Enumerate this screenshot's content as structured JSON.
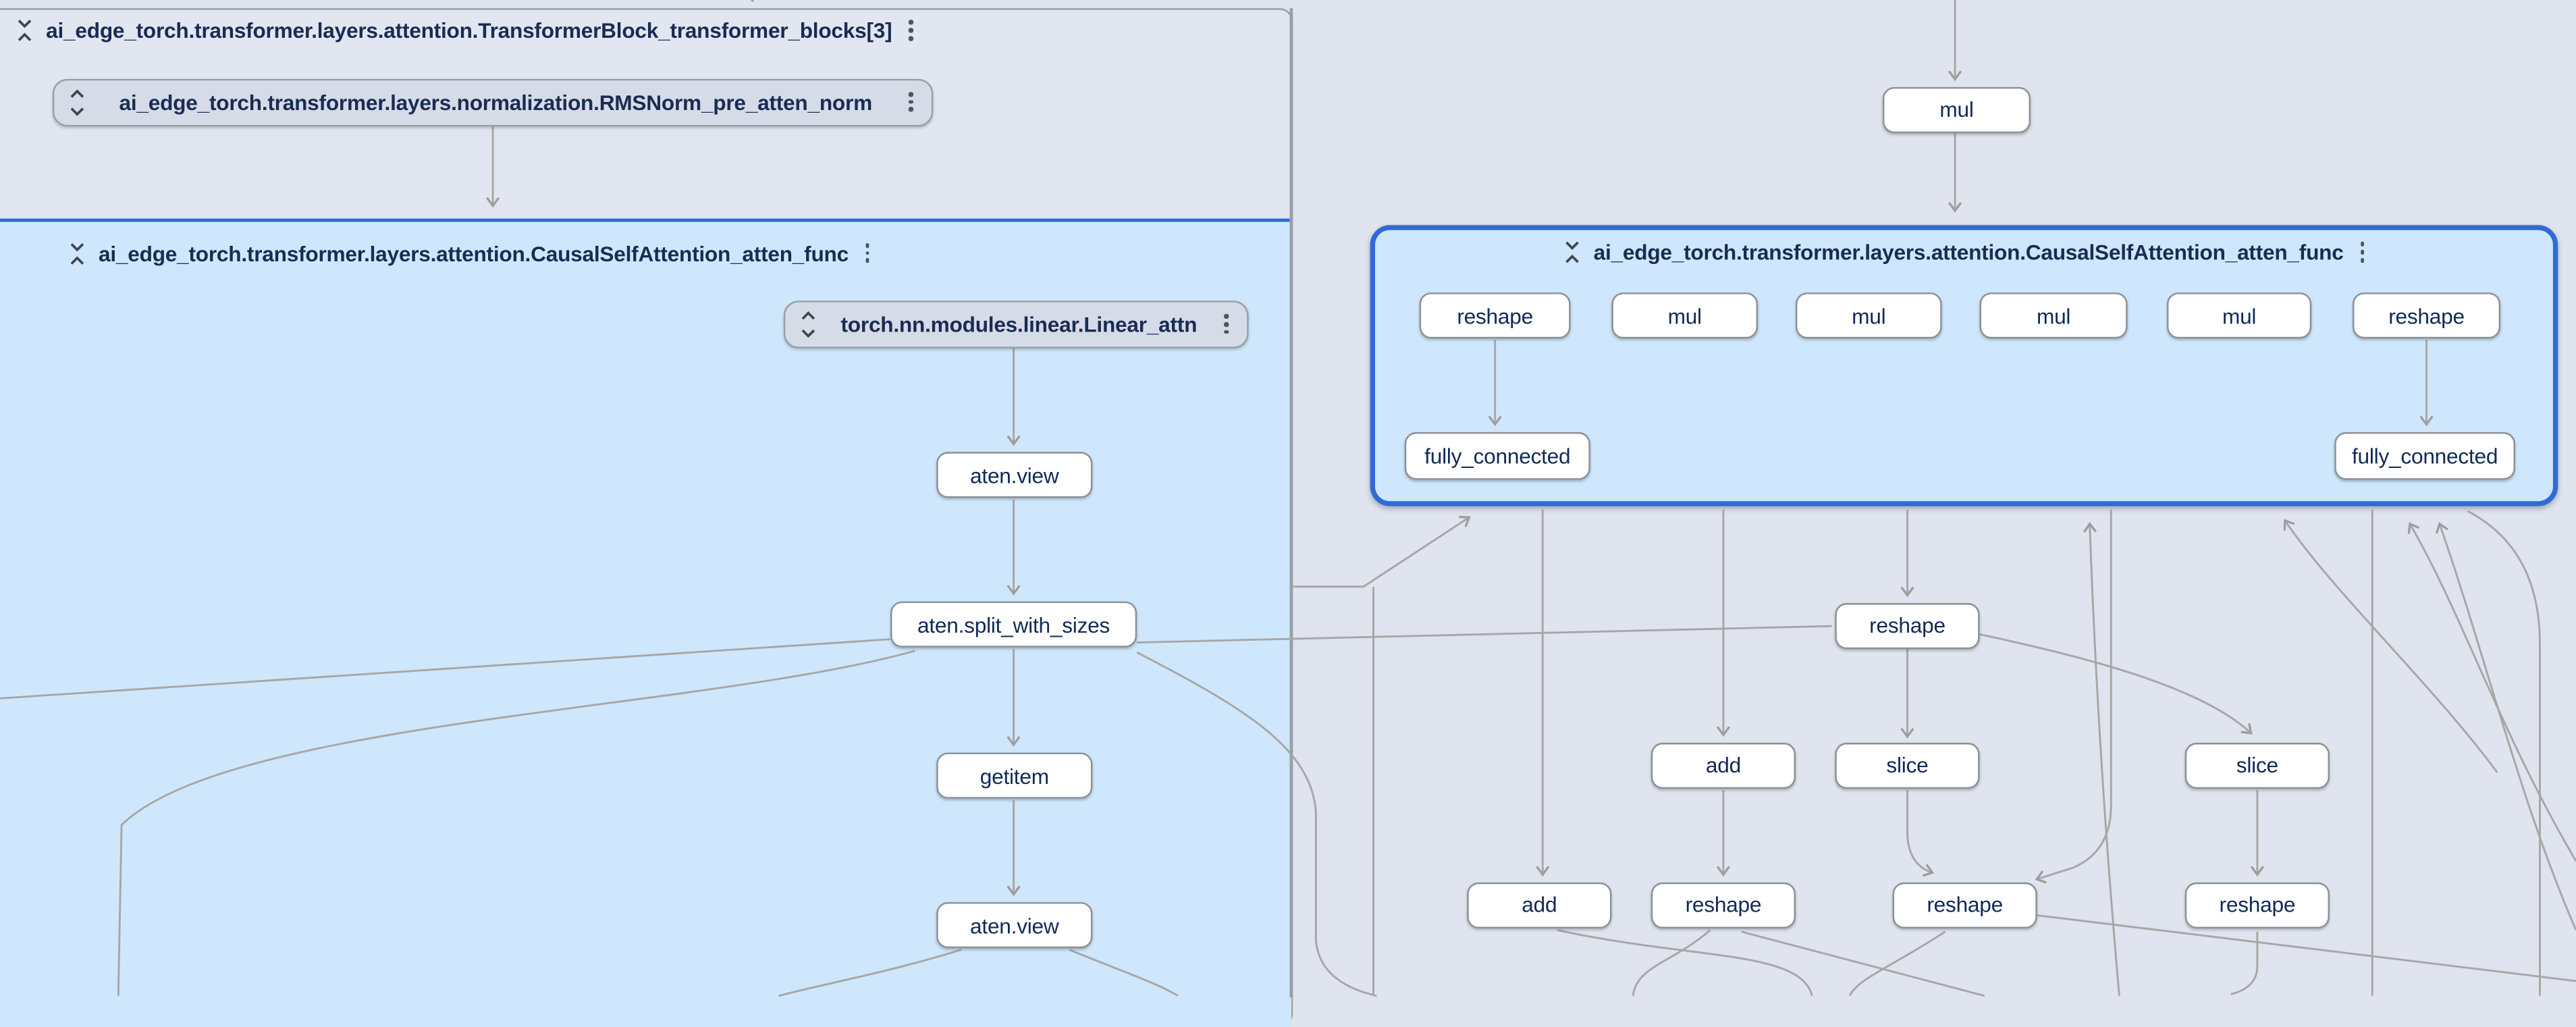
{
  "colors": {
    "canvas_bg": "#dfe4ee",
    "transformer_block_bg": "#e1e6f1",
    "attention_group_bg": "#cfe7fc",
    "selected_border_blue": "#2f6ad8",
    "group_border_gray": "#9aa0a6",
    "node_fill": "#ffffff",
    "node_border": "#8b9197",
    "node_text": "#102a56",
    "edge_gray": "#a7a7a7"
  },
  "transformer_block": {
    "title": "ai_edge_torch.transformer.layers.attention.TransformerBlock_transformer_blocks[3]"
  },
  "rms_norm": {
    "label": "ai_edge_torch.transformer.layers.normalization.RMSNorm_pre_atten_norm"
  },
  "left_group": {
    "title": "ai_edge_torch.transformer.layers.attention.CausalSelfAttention_atten_func"
  },
  "linear": {
    "label": "torch.nn.modules.linear.Linear_attn"
  },
  "left_nodes": [
    {
      "label": "aten.view"
    },
    {
      "label": "aten.split_with_sizes"
    },
    {
      "label": "getitem"
    },
    {
      "label": "aten.view"
    }
  ],
  "top_node": {
    "label": "mul"
  },
  "right_group": {
    "title": "ai_edge_torch.transformer.layers.attention.CausalSelfAttention_atten_func",
    "row1": [
      {
        "label": "reshape"
      },
      {
        "label": "mul"
      },
      {
        "label": "mul"
      },
      {
        "label": "mul"
      },
      {
        "label": "mul"
      },
      {
        "label": "reshape"
      }
    ],
    "row2": [
      {
        "label": "fully_connected"
      },
      {
        "label": "fully_connected"
      }
    ]
  },
  "mid_nodes": [
    {
      "label": "reshape"
    },
    {
      "label": "add"
    },
    {
      "label": "slice"
    },
    {
      "label": "slice"
    },
    {
      "label": "add"
    },
    {
      "label": "reshape"
    },
    {
      "label": "reshape"
    },
    {
      "label": "reshape"
    }
  ]
}
